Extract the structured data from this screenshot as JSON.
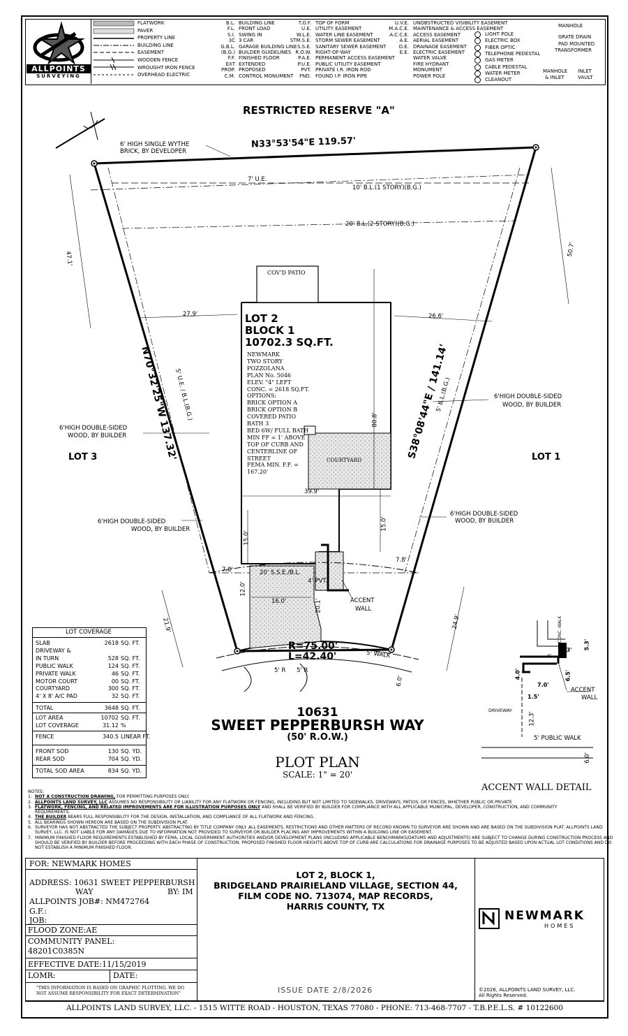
{
  "logo": {
    "name": "ALLPOINTS",
    "sub": "SURVEYING"
  },
  "legend": {
    "col1": [
      "FLATWORK",
      "PAVER",
      "PROPERTY LINE",
      "BUILDING LINE",
      "EASEMENT",
      "WOODEN FENCE",
      "WROUGHT IRON FENCE",
      "OVERHEAD ELECTRIC"
    ],
    "col2": [
      {
        "abbr": "B.L.",
        "text": "BUILDING LINE"
      },
      {
        "abbr": "F.L.",
        "text": "FRONT LOAD"
      },
      {
        "abbr": "S.I.",
        "text": "SWING IN"
      },
      {
        "abbr": "3C",
        "text": "3 CAR"
      },
      {
        "abbr": "G.B.L.",
        "text": "GARAGE BUILDING LINE"
      },
      {
        "abbr": "(B.G.)",
        "text": "BUILDER GUIDELINES"
      },
      {
        "abbr": "F.F.",
        "text": "FINISHED FLOOR"
      },
      {
        "abbr": "EXT",
        "text": "EXTENDED"
      },
      {
        "abbr": "PROP.",
        "text": "PROPOSED"
      },
      {
        "abbr": "C.M.",
        "text": "CONTROL MONUMENT"
      }
    ],
    "col3": [
      {
        "abbr": "T.O.F.",
        "text": "TOP OF FORM"
      },
      {
        "abbr": "U.E.",
        "text": "UTILITY EASEMENT"
      },
      {
        "abbr": "W.L.E.",
        "text": "WATER LINE EASEMENT"
      },
      {
        "abbr": "STM.S.E.",
        "text": "STORM SEWER EASEMENT"
      },
      {
        "abbr": "S.S.E.",
        "text": "SANITARY SEWER EASEMENT"
      },
      {
        "abbr": "R.O.W.",
        "text": "RIGHT-OF-WAY"
      },
      {
        "abbr": "P.A.E.",
        "text": "PERMANENT ACCESS EASEMENT"
      },
      {
        "abbr": "P.U.E.",
        "text": "PUBLIC UTILITY EASEMENT"
      },
      {
        "abbr": "PVT.",
        "text": "PRIVATE   I.R.  IRON ROD"
      },
      {
        "abbr": "FND.",
        "text": "FOUND     I.P.  IRON PIPE"
      }
    ],
    "col4": [
      {
        "abbr": "U.V.E.",
        "text": "UNOBSTRUCTED VISIBILITY EASEMENT"
      },
      {
        "abbr": "M.A.C.E.",
        "text": "MAINTENANCE & ACCESS EASEMENT"
      },
      {
        "abbr": "A.C.C.E.",
        "text": "ACCESS EASEMENT"
      },
      {
        "abbr": "A.E.",
        "text": "AERIAL EASEMENT"
      },
      {
        "abbr": "D.E.",
        "text": "DRAINAGE EASEMENT"
      },
      {
        "abbr": "E.E.",
        "text": "ELECTRIC EASEMENT"
      },
      {
        "abbr": "",
        "text": "WATER VALVE"
      },
      {
        "abbr": "",
        "text": "FIRE HYDRANT"
      },
      {
        "abbr": "",
        "text": "MONUMENT"
      },
      {
        "abbr": "",
        "text": "POWER POLE"
      }
    ],
    "col5": [
      "LIGHT POLE",
      "ELECTRIC BOX",
      "FIBER OPTIC",
      "TELEPHONE PEDESTAL",
      "GAS METER",
      "CABLE PEDESTAL",
      "WATER METER",
      "CLEANOUT"
    ],
    "col6": [
      "MANHOLE",
      "GRATE DRAIN",
      "PAD MOUNTED",
      "TRANSFORMER",
      "MANHOLE",
      "& INLET",
      "INLET",
      "VAULT"
    ]
  },
  "plan": {
    "reserve": "RESTRICTED RESERVE \"A\"",
    "rear_bearing": "N33°53'54\"E   119.57'",
    "left_bearing": "N70°32'25\"W  137.32'",
    "right_bearing": "S38°08'44\"E / 141.14'",
    "fence_rear": [
      "6' HIGH SINGLE WYTHE",
      "BRICK, BY DEVELOPER"
    ],
    "ue7": "7' U.E.",
    "bl10": "10' B.L.(1 STORY)(B.G.)",
    "bl20": "20' B.L.(2 STORY)(B.G.)",
    "dim_left": "47.1'",
    "dim_right": "50.7'",
    "covd_patio": "COV'D PATIO",
    "dim279": "27.9'",
    "dim266": "26.6'",
    "lot_title": [
      "LOT 2",
      "BLOCK 1",
      "10702.3 SQ.FT."
    ],
    "lot_details": [
      "NEWMARK",
      "TWO STORY",
      "POZZOLANA",
      "PLAN No. 5046",
      "ELEV. \"4\" LEFT",
      "CONC. = 2618 SQ.FT.",
      "OPTIONS:",
      "BRICK OPTION A",
      "BRICK OPTION B",
      "COVERED PATIO",
      "BATH 3",
      "BED 6W/ FULL BATH",
      "MIN FF = 1' ABOVE",
      "TOP OF CURB AND",
      "CENTERLINE OF",
      "STREET",
      "FEMA MIN. F.F. =",
      "167.20'"
    ],
    "dim808": "80.8'",
    "courtyard": "COURTYARD",
    "ue5": "5' U.E. / B.L.(B.G.)",
    "bl5": "5' B.L.(B.G.)",
    "fence_left": [
      "6'HIGH DOUBLE-SIDED",
      "WOOD, BY BUILDER"
    ],
    "fence_right": [
      "6'HIGH DOUBLE-SIDED",
      "WOOD, BY BUILDER"
    ],
    "fence_left2": [
      "6'HIGH DOUBLE-SIDED",
      "WOOD, BY BUILDER"
    ],
    "fence_right2": [
      "6'HIGH DOUBLE-SIDED",
      "WOOD, BY BUILDER"
    ],
    "lot3": "LOT 3",
    "lot1": "LOT 1",
    "dim399": "39.9'",
    "dim15a": "15.0'",
    "dim15b": "15.0'",
    "dim78a": "7.8'",
    "dim78b": "7.8'",
    "sse": "20' S.S.E./B.L.",
    "dim12": "12.0'",
    "pvt": "4' PVT.",
    "dim16": "16.0'",
    "dim201": "20.1'",
    "accent_wall": [
      "ACCENT",
      "WALL"
    ],
    "dim219": "21.9'",
    "dim249": "24.9'",
    "curve_r": "R=75.00'",
    "curve_l": "L=42.40'",
    "walk5": "5' WALK",
    "r5a": "5' R",
    "r5b": "5' R",
    "dim6": "6.0'"
  },
  "coverage": {
    "title": "LOT COVERAGE",
    "rows": [
      {
        "label": "SLAB",
        "value": "2618",
        "unit": "SQ. FT."
      },
      {
        "label": "DRIVEWAY &",
        "value": "",
        "unit": ""
      },
      {
        "label": "IN TURN",
        "value": "528",
        "unit": "SQ. FT."
      },
      {
        "label": "PUBLIC WALK",
        "value": "124",
        "unit": "SQ. FT."
      },
      {
        "label": "PRIVATE WALK",
        "value": "46",
        "unit": "SQ. FT."
      },
      {
        "label": "MOTOR COURT",
        "value": "00",
        "unit": "SQ. FT."
      },
      {
        "label": "COURTYARD",
        "value": "300",
        "unit": "SQ. FT."
      },
      {
        "label": "4' X 8' A/C PAD",
        "value": "32",
        "unit": "SQ. FT."
      }
    ],
    "total": {
      "label": "TOTAL",
      "value": "3648",
      "unit": "SQ. FT."
    },
    "lot_area": {
      "label": "LOT AREA",
      "value": "10702",
      "unit": "SQ. FT."
    },
    "lot_cov": {
      "label": "LOT COVERAGE",
      "value": "31.12",
      "unit": "%"
    },
    "fence": {
      "label": "FENCE",
      "value": "340.5",
      "unit": "LINEAR FT."
    },
    "front_sod": {
      "label": "FRONT SOD",
      "value": "130",
      "unit": "SQ. YD."
    },
    "rear_sod": {
      "label": "REAR SOD",
      "value": "704",
      "unit": "SQ. YD."
    },
    "total_sod": {
      "label": "TOTAL SOD AREA",
      "value": "834",
      "unit": "SQ. YD."
    }
  },
  "address": {
    "number": "10631",
    "street": "SWEET PEPPERBURSH WAY",
    "row": "(50' R.O.W.)"
  },
  "plot_plan": {
    "title": "PLOT PLAN",
    "scale": "SCALE: 1\" = 20'"
  },
  "detail": {
    "title": "ACCENT WALL DETAIL",
    "conc_walk": "CONC. WALK",
    "dim13": "1.3'",
    "dim53": "5.3'",
    "dim4": "4'",
    "dim40": "4.0'",
    "dim70": "7.0'",
    "dim65": "6.5'",
    "dim15": "1.5'",
    "dim123": "12.3'",
    "dim60": "6.0'",
    "accent": [
      "ACCENT",
      "WALL"
    ],
    "driveway": "DRIVEWAY",
    "public_walk": "5' PUBLIC WALK"
  },
  "notes": {
    "header": "NOTES:",
    "items": [
      {
        "n": "1.",
        "bold": "NOT A CONSTRUCTION DRAWING,",
        "rest": " FOR PERMITTING PURPOSES ONLY."
      },
      {
        "n": "2.",
        "bold": "ALLPOINTS LAND SURVEY, LLC",
        "rest": " ASSUMES NO RESPONSIBILITY OR LIABILITY FOR ANY FLATWORK OR FENCING, INCLUDING BUT NOT LIMITED TO SIDEWALKS, DRIVEWAYS, PATIOS, OR FENCES, WHETHER PUBLIC OR PRIVATE"
      },
      {
        "n": "3.",
        "bold": "FLATWORK, FENCING, AND RELATED IMPROVEMENTS ARE FOR ILLUSTRATION PURPOSES ONLY",
        "rest": " AND SHALL BE VERIFIED BY BUILDER FOR COMPLIANCE WITH ALL APPLICABLE MUNICIPAL, DEVELOPER, CONSTRUCTION, AND COMMUNITY"
      },
      {
        "n": "",
        "bold": "",
        "rest": "REQUIREMENTS."
      },
      {
        "n": "4.",
        "bold": "THE BUILDER",
        "rest": " BEARS FULL RESPONSIBILITY FOR THE DESIGN, INSTALLATION, AND COMPLIANCE OF ALL FLATWORK AND FENCING."
      },
      {
        "n": "5.",
        "bold": "",
        "rest": "ALL BEARINGS SHOWN HEREON ARE BASED ON THE SUBDIVISION PLAT."
      },
      {
        "n": "6.",
        "bold": "",
        "rest": "SURVEYOR HAS NOT ABSTRACTED THE SUBJECT PROPERTY. ABSTRACTING BY TITLE COMPANY ONLY. ALL EASEMENTS, RESTRICTIONS AND OTHER MATTERS OF RECORD KNOWN TO SURVEYOR ARE SHOWN AND ARE BASED ON THE SUBDIVISION PLAT. ALLPOINTS LAND"
      },
      {
        "n": "",
        "bold": "",
        "rest": "SURVEY, LLC. IS NOT LIABLE FOR ANY DAMAGES DUE TO INFORMATION NOT PROVIDED TO SURVEYOR OR BUILDER PLACING ANY IMPROVEMENTS WITHIN A BUILDING LINE OR EASEMENT."
      },
      {
        "n": "7.",
        "bold": "",
        "rest": "MINIMUM FINISHED FLOOR REQUIREMENTS ESTABLISHED BY FEMA, LOCAL GOVERNMENT AUTHORITIES AND/OR DEVELOPMENT PLANS (INCLUDING APPLICABLE BENCHMARKS/DATUMS AND ADJUSTMENTS) ARE SUBJECT TO CHANGE DURING CONSTRUCTION PROCESS AND"
      },
      {
        "n": "",
        "bold": "",
        "rest": "SHOULD BE VERIFIED BY BUILDER BEFORE PROCEEDING WITH EACH PHASE OF CONSTRUCTION. PROPOSED FINISHED FLOOR HEIGHTS ABOVE TOP OF CURB ARE CALCULATIONS FOR DRAINAGE PURPOSES TO BE ADJUSTED BASED UPON ACTUAL LOT CONDITIONS AND DO"
      },
      {
        "n": "",
        "bold": "",
        "rest": "NOT ESTABLISH A MINIMUM FINISHED FLOOR."
      }
    ]
  },
  "title_block": {
    "for": "FOR: NEWMARK HOMES",
    "address1": "ADDRESS: 10631 SWEET PEPPERBURSH",
    "address2": "WAY",
    "by": "BY: IM",
    "job": "ALLPOINTS JOB#: NM472764",
    "gf": "G.F.:",
    "job2": "JOB:",
    "flood": "FLOOD ZONE:AE",
    "panel_label": "COMMUNITY PANEL:",
    "panel": "48201C0385N",
    "effective": "EFFECTIVE DATE:11/15/2019",
    "lomr": "LOMR:",
    "date": "DATE:",
    "disclaimer1": "\"THIS INFORMATION IS BASED ON GRAPHIC PLOTTING. WE DO",
    "disclaimer2": "NOT ASSUME RESPONSIBILITY FOR EXACT DETERMINATION\"",
    "legal": [
      "LOT 2, BLOCK 1,",
      "BRIDGELAND PRAIRIELAND VILLAGE, SECTION 44,",
      "FILM CODE NO. 713074, MAP RECORDS,",
      "HARRIS COUNTY, TX"
    ],
    "issue": "ISSUE DATE 2/8/2026",
    "brand": "NEWMARK",
    "brand_sub": "HOMES",
    "copyright1": "©2026, ALLPOINTS LAND SURVEY, LLC.",
    "copyright2": "All Rights Reserved.",
    "footer": "ALLPOINTS LAND SURVEY, LLC. - 1515 WITTE ROAD - HOUSTON, TEXAS 77080 - PHONE: 713-468-7707 - T.B.P.E.L.S. # 10122600"
  }
}
